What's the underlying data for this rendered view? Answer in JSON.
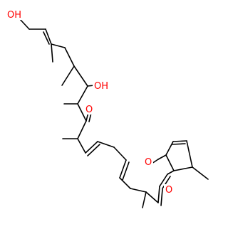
{
  "molecule": {
    "atoms": {
      "hydroxyl_top": {
        "symbol": "OH"
      },
      "hydroxyl_mid": {
        "symbol": "OH"
      },
      "ketone_oxygen": {
        "symbol": "O"
      },
      "lactone_carbonyl_oxygen": {
        "symbol": "O"
      },
      "ring_oxygen": {
        "symbol": "O"
      }
    }
  },
  "colors": {
    "bond": "#000000",
    "heteroatom": "#ff0000",
    "background": "#ffffff"
  }
}
